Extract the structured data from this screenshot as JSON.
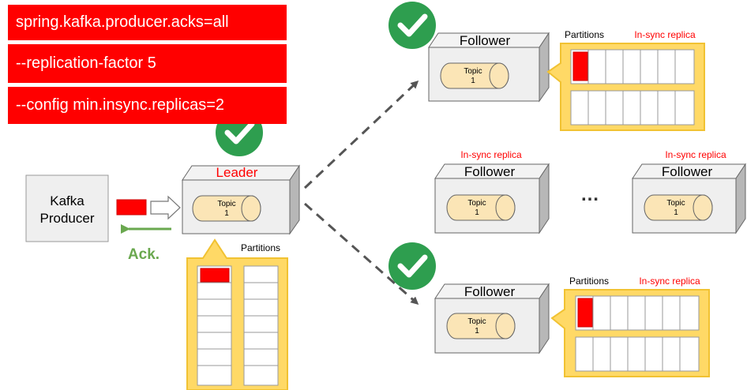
{
  "config": {
    "line1": "spring.kafka.producer.acks=all",
    "line2": "--replication-factor 5",
    "line3": "--config min.insync.replicas=2"
  },
  "producer": {
    "line1": "Kafka",
    "line2": "Producer",
    "ack": "Ack."
  },
  "leader": {
    "label": "Leader",
    "topic": "Topic",
    "topic_num": "1",
    "partitions": "Partitions"
  },
  "follower_top": {
    "label": "Follower",
    "topic": "Topic",
    "topic_num": "1",
    "partitions": "Partitions",
    "insync": "In-sync replica"
  },
  "follower_mid_left": {
    "label": "Follower",
    "topic": "Topic",
    "topic_num": "1",
    "insync": "In-sync replica"
  },
  "follower_mid_right": {
    "label": "Follower",
    "topic": "Topic",
    "topic_num": "1",
    "insync": "In-sync replica"
  },
  "follower_bottom": {
    "label": "Follower",
    "topic": "Topic",
    "topic_num": "1",
    "partitions": "Partitions",
    "insync": "In-sync replica"
  },
  "ellipsis": "…",
  "colors": {
    "red": "#ff0000",
    "yellow": "#ffd966",
    "yellow_border": "#f1c232",
    "green": "#2e9e4f",
    "ack_green": "#6aa84f",
    "box_gray": "#efefef"
  }
}
